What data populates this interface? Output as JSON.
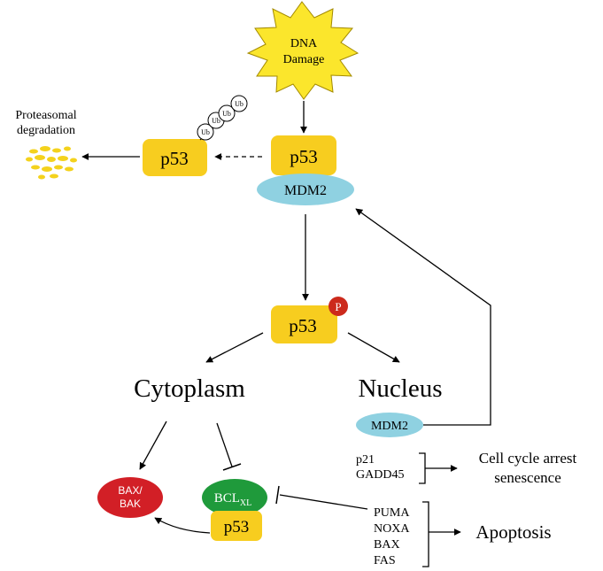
{
  "colors": {
    "p53_fill": "#f7cd1f",
    "mdm2_fill": "#8fd1e1",
    "burst_fill": "#fbe62c",
    "burst_stroke": "#a38a00",
    "bax_fill": "#d21f26",
    "bcl_fill": "#1f9a3b",
    "phospho_fill": "#cc2a1c",
    "fragment_fill": "#f4d21c",
    "line": "#000000"
  },
  "labels": {
    "dna_damage_line1": "DNA",
    "dna_damage_line2": "Damage",
    "p53": "p53",
    "mdm2": "MDM2",
    "ub": "Ub",
    "phospho": "P",
    "proteasomal_line1": "Proteasomal",
    "proteasomal_line2": "degradation",
    "cytoplasm": "Cytoplasm",
    "nucleus": "Nucleus",
    "bax_line1": "BAX/",
    "bax_line2": "BAK",
    "bcl_main": "BCL",
    "bcl_sub": "XL",
    "p21": "p21",
    "gadd45": "GADD45",
    "cell_cycle_line1": "Cell cycle arrest",
    "cell_cycle_line2": "senescence",
    "puma": "PUMA",
    "noxa": "NOXA",
    "bax": "BAX",
    "fas": "FAS",
    "apoptosis": "Apoptosis"
  },
  "icons": {
    "damage": "starburst-icon",
    "ubiquitin": "ubiquitin-circle-icon",
    "phosphate": "phosphate-circle-icon",
    "fragments": "degraded-protein-fragments-icon"
  }
}
